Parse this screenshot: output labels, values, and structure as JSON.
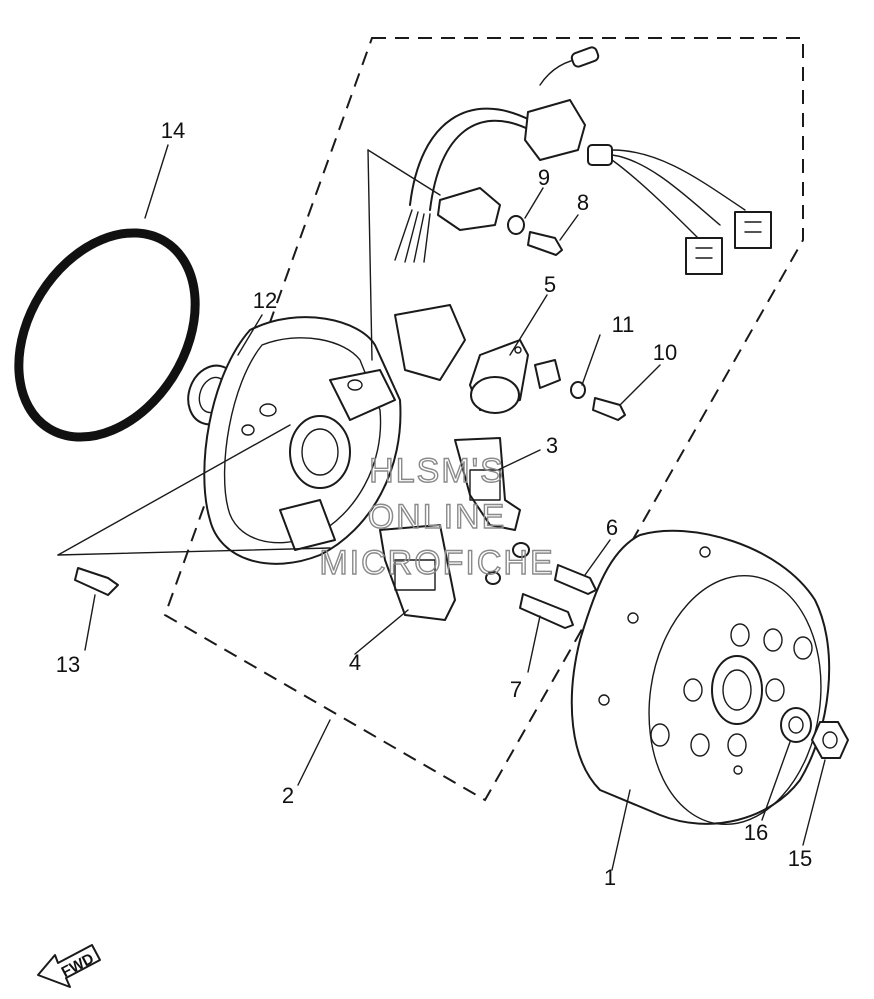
{
  "diagram": {
    "callouts": [
      {
        "id": "1",
        "text": "1"
      },
      {
        "id": "2",
        "text": "2"
      },
      {
        "id": "3",
        "text": "3"
      },
      {
        "id": "4",
        "text": "4"
      },
      {
        "id": "5",
        "text": "5"
      },
      {
        "id": "6",
        "text": "6"
      },
      {
        "id": "7",
        "text": "7"
      },
      {
        "id": "8",
        "text": "8"
      },
      {
        "id": "9",
        "text": "9"
      },
      {
        "id": "10",
        "text": "10"
      },
      {
        "id": "11",
        "text": "11"
      },
      {
        "id": "12",
        "text": "12"
      },
      {
        "id": "13",
        "text": "13"
      },
      {
        "id": "14",
        "text": "14"
      },
      {
        "id": "15",
        "text": "15"
      },
      {
        "id": "16",
        "text": "16"
      }
    ],
    "watermark": [
      "HLSM'S",
      "ONLINE",
      "MICROFICHE"
    ],
    "direction_label": "FWD"
  }
}
